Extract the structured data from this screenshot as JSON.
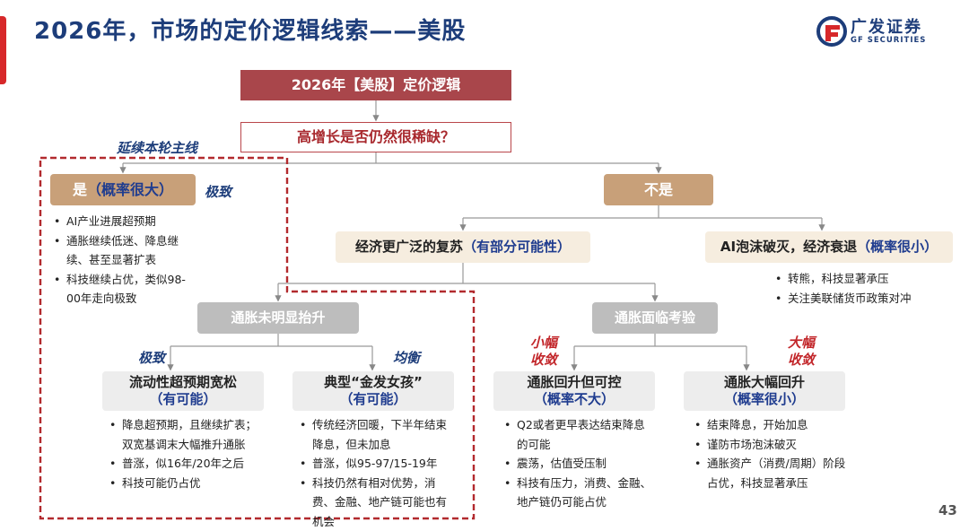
{
  "header": {
    "title": "2026年，市场的定价逻辑线索——美股",
    "logo_cn": "广发证券",
    "logo_en": "GF SECURITIES",
    "page_number": "43"
  },
  "colors": {
    "title_blue": "#1d3d7a",
    "dark_red_box": "#a9464b",
    "tan_box": "#c8a079",
    "cream_box": "#f6eddf",
    "grey_box": "#bdbdbd",
    "light_grey_box": "#ededed",
    "dashed_border": "#b22a2e"
  },
  "diagram": {
    "root": "2026年【美股】定价逻辑",
    "question": "高增长是否仍然很稀缺？",
    "yes_branch": {
      "tag": "延续本轮主线",
      "label": "是",
      "prob": "（概率很大）",
      "style_tag": "极致",
      "bullets": [
        "AI产业进展超预期",
        "通胀继续低迷、降息继续、甚至显著扩表",
        "科技继续占优，类似98-00年走向极致"
      ]
    },
    "no_branch": {
      "label": "不是",
      "recovery": {
        "label": "经济更广泛的复苏",
        "prob": "（有部分可能性）"
      },
      "bubble": {
        "label": "AI泡沫破灭，经济衰退",
        "prob": "（概率很小）",
        "bullets": [
          "转熊，科技显著承压",
          "关注美联储货币政策对冲"
        ]
      }
    },
    "inflation_low": {
      "label": "通胀未明显抬升",
      "left": {
        "tag": "极致",
        "title": "流动性超预期宽松",
        "prob": "（有可能）",
        "bullets": [
          "降息超预期，且继续扩表；双宽基调末大幅推升通胀",
          "普涨，似16年/20年之后",
          "科技可能仍占优"
        ]
      },
      "right": {
        "tag": "均衡",
        "title": "典型“金发女孩”",
        "prob": "（有可能）",
        "bullets": [
          "传统经济回暖，下半年结束降息，但未加息",
          "普涨，似95-97/15-19年",
          "科技仍然有相对优势，消费、金融、地产链可能也有机会"
        ]
      }
    },
    "inflation_test": {
      "label": "通胀面临考验",
      "left": {
        "tag": "小幅收敛",
        "title": "通胀回升但可控",
        "prob": "（概率不大）",
        "bullets": [
          "Q2或者更早表达结束降息的可能",
          "震荡，估值受压制",
          "科技有压力，消费、金融、地产链仍可能占优"
        ]
      },
      "right": {
        "tag": "大幅收敛",
        "title": "通胀大幅回升",
        "prob": "（概率很小）",
        "bullets": [
          "结束降息，开始加息",
          "谨防市场泡沫破灭",
          "通胀资产（消费/周期）阶段占优，科技显著承压"
        ]
      }
    }
  }
}
